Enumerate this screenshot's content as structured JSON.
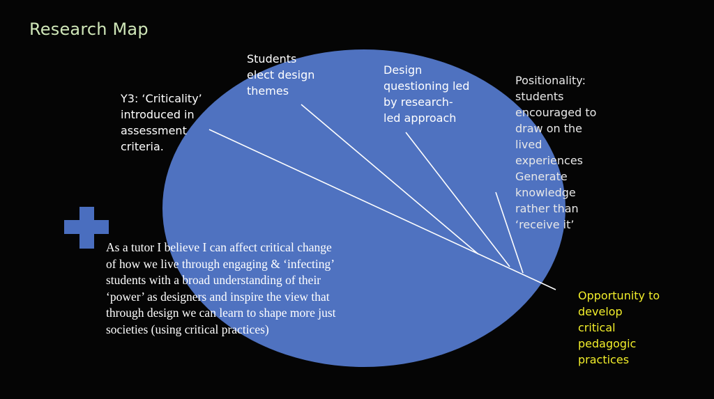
{
  "slide": {
    "title": "Research Map",
    "colors": {
      "background": "#050505",
      "ellipse": "#4f72c0",
      "title": "#cfe6b8",
      "opportunity": "#f2ee2a",
      "plus": "#4a6ebf"
    }
  },
  "labels": {
    "y3": "Y3:  ‘Criticality’\nintroduced in\nassessment\ncriteria.",
    "elect": "Students\nelect design\nthemes",
    "design": "Design\nquestioning led\nby research-\nled approach",
    "positionality": "Positionality:\nstudents\nencouraged to\ndraw on the\nlived\nexperiences\nGenerate\nknowledge\nrather than\n‘receive it’",
    "opportunity": "Opportunity to\ndevelop\ncritical\npedagogic\npractices"
  },
  "statement": "As a tutor I believe I can affect critical change of how we live through engaging & ‘infecting’ students with a broad understanding of their ‘power’ as designers and inspire the view that through design we can learn to shape more just societies (using critical practices)",
  "icons": {
    "plus": "plus-icon"
  }
}
